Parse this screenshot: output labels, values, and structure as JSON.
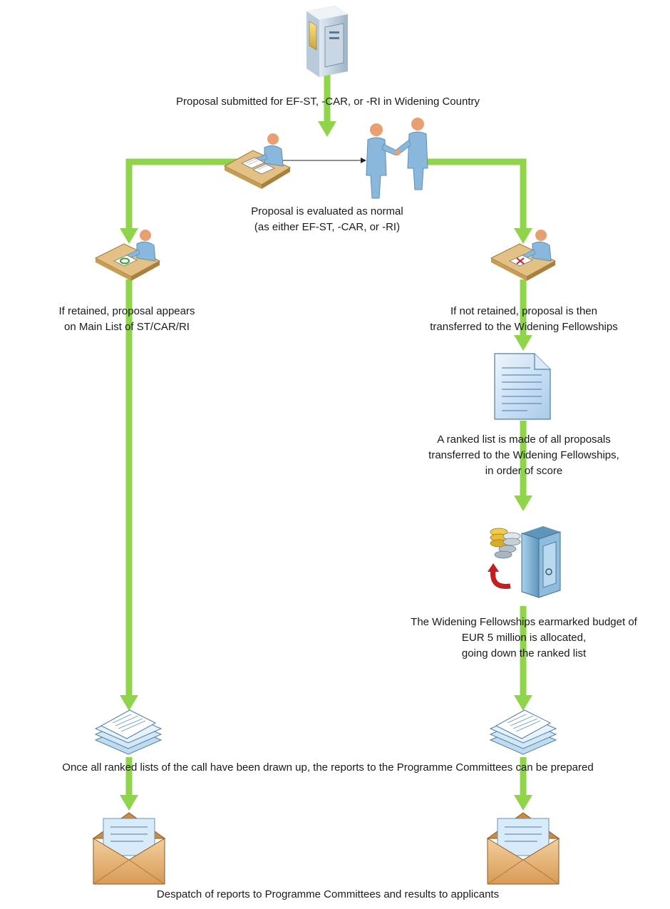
{
  "diagram": {
    "colors": {
      "flow": "#8fd44a",
      "person_fill": "#8ab8dc",
      "desk": "#e3c083",
      "envelope": "#e6b77c",
      "doc": "#cfe3f5",
      "reject_arrow": "#c21f1f"
    },
    "nodes": {
      "submitted": {
        "icon": "server-icon",
        "lines": [
          "Proposal submitted for EF-ST, -CAR, or -RI in Widening Country"
        ]
      },
      "evaluated": {
        "icon": "evaluator-desk-icon",
        "icon2": "handshake-icon",
        "lines": [
          "Proposal is evaluated as normal",
          "(as either EF-ST, -CAR, or -RI)"
        ]
      },
      "retained": {
        "icon": "approved-desk-icon",
        "lines": [
          "If retained, proposal appears",
          "on Main List of ST/CAR/RI"
        ]
      },
      "not_retained": {
        "icon": "rejected-desk-icon",
        "lines": [
          "If not retained, proposal is then",
          "transferred to the Widening Fellowships"
        ]
      },
      "ranked": {
        "icon": "document-icon",
        "lines": [
          "A ranked list is made of all proposals",
          "transferred to the Widening Fellowships,",
          "in order of score"
        ]
      },
      "budget": {
        "icon": "safe-coins-icon",
        "lines": [
          "The Widening Fellowships earmarked budget of",
          "EUR 5 million is allocated,",
          "going down the ranked list"
        ]
      },
      "reports": {
        "icon": "stacked-documents-icon",
        "lines": [
          "Once all ranked lists of the call have been drawn up, the reports to the Programme Committees can be prepared"
        ]
      },
      "despatch": {
        "icon": "envelope-icon",
        "lines": [
          "Despatch of reports to Programme Committees and results to applicants"
        ]
      }
    }
  }
}
